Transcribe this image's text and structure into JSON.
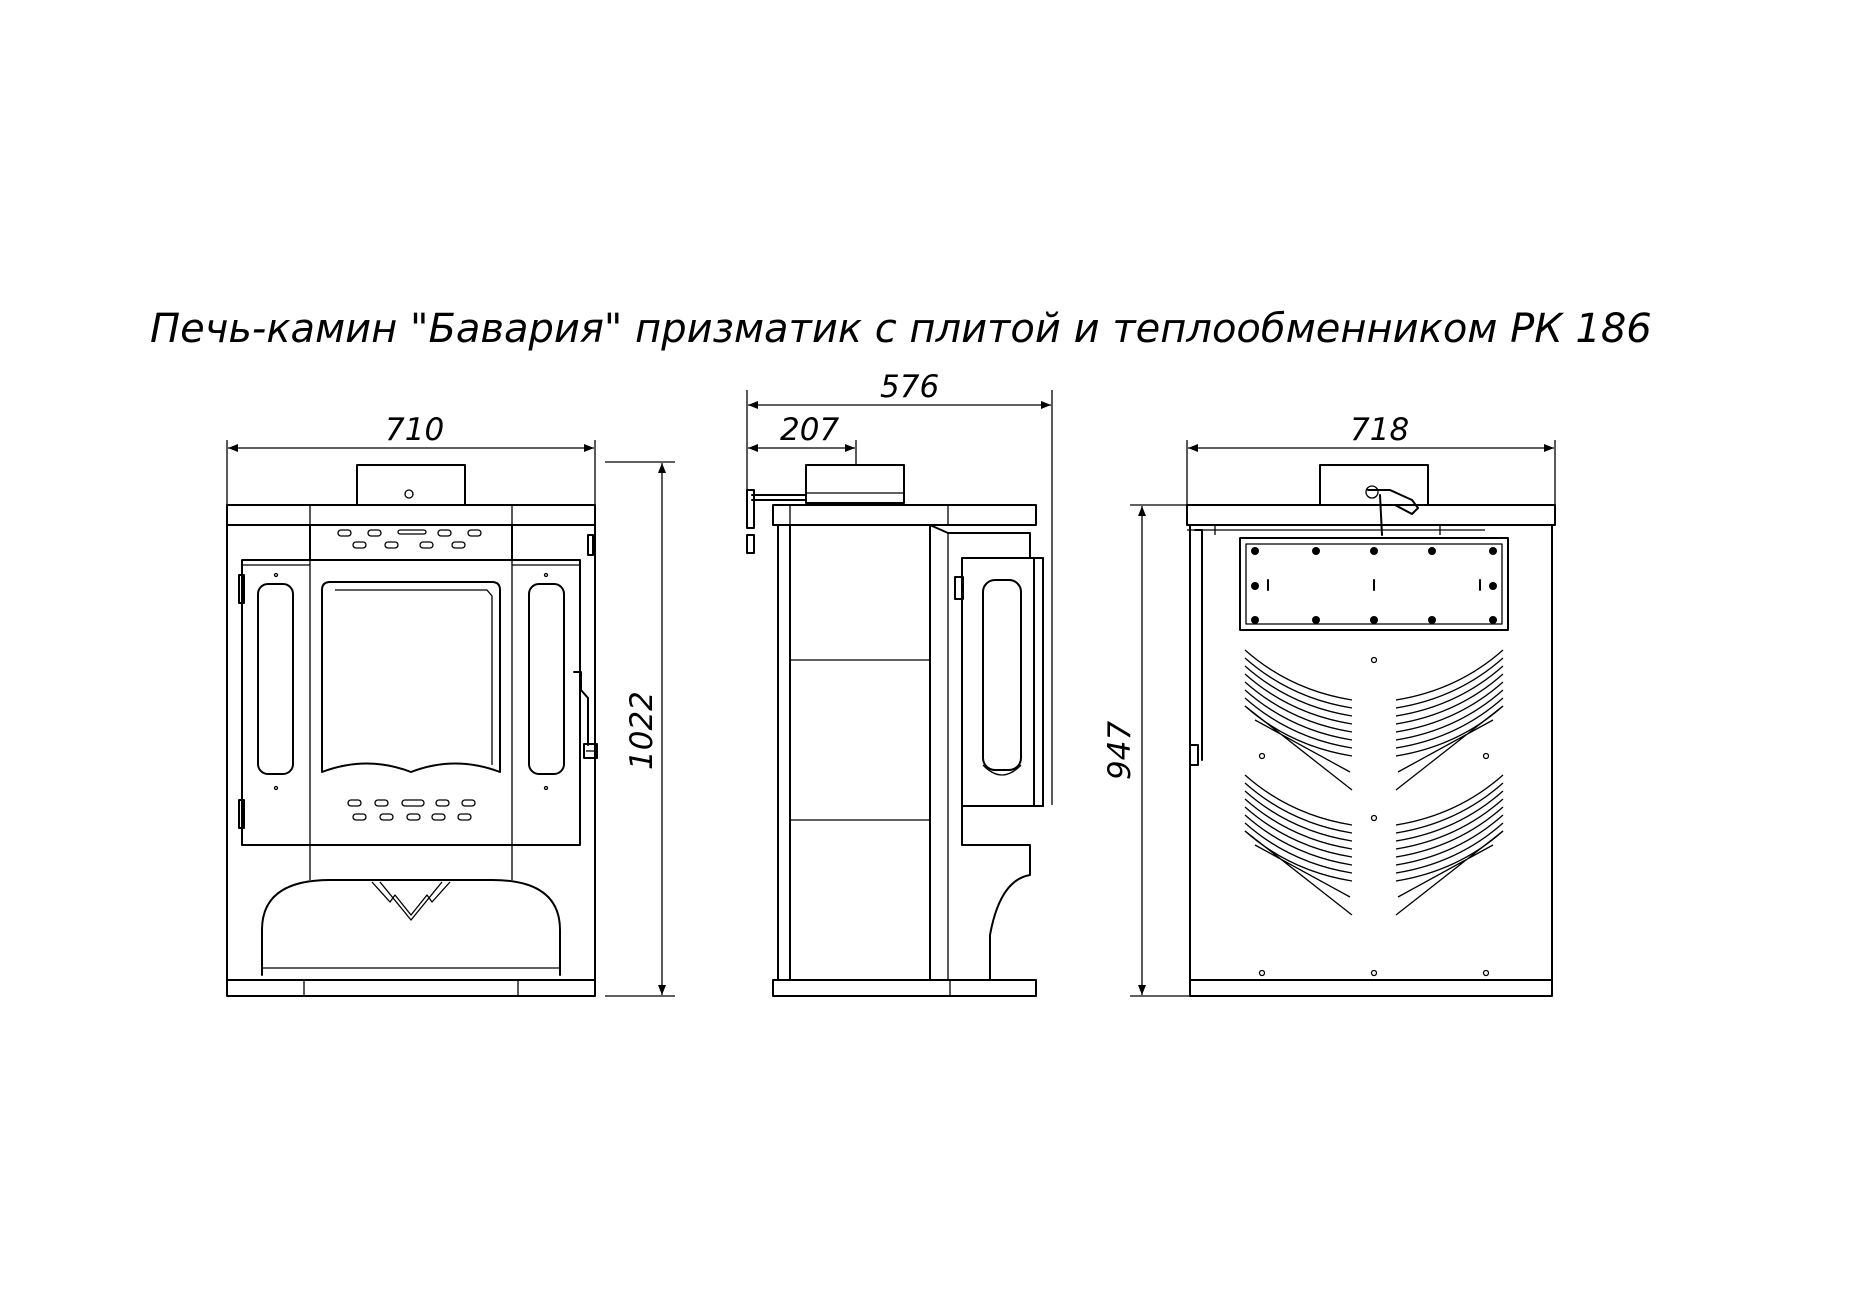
{
  "title": "Печь-камин \"Бавария\" призматик с плитой и теплообменником РК 186",
  "front_view": {
    "width_dim": "710",
    "height_dim": "1022"
  },
  "side_view": {
    "depth_dim": "576",
    "offset_dim": "207"
  },
  "back_view": {
    "width_dim": "718",
    "height_dim": "947"
  }
}
